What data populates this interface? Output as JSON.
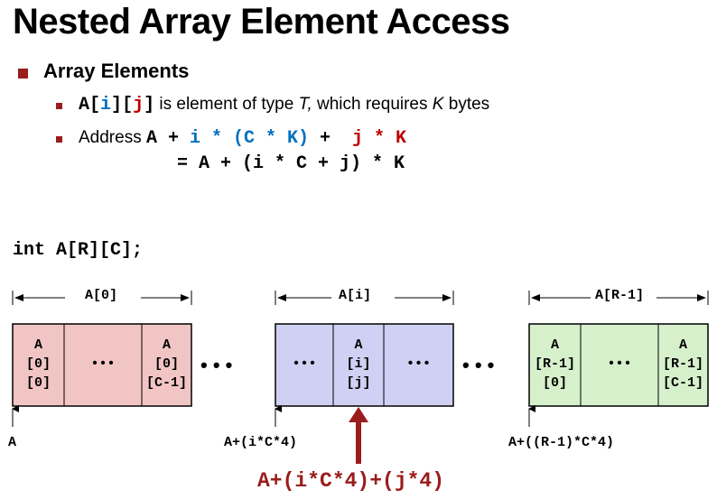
{
  "title": "Nested Array Element Access",
  "bullet": "Array Elements",
  "sub1": {
    "code_a": "A",
    "br1": "[",
    "i": "i",
    "br2": "]",
    "br3": "[",
    "j": "j",
    "br4": "]",
    "text1": " is element of type ",
    "T": "T,",
    "text2": " which requires ",
    "K": "K",
    "text3": " bytes"
  },
  "sub2": {
    "text": "Address ",
    "part1": "A + ",
    "part2": "i * (C * K)",
    "part3": " +  ",
    "part4": "j * K",
    "line2": "= A + (i * C + j) * K"
  },
  "decl": "int A[R][C];",
  "blocks": {
    "a0": {
      "label": "A[0]",
      "cells": [
        [
          "A",
          "[0]",
          "[0]"
        ],
        [
          "•••"
        ],
        [
          "A",
          "[0]",
          "[C-1]"
        ]
      ]
    },
    "ai": {
      "label": "A[i]",
      "cells": [
        [
          "•••"
        ],
        [
          "A",
          "[i]",
          "[j]"
        ],
        [
          "•••"
        ]
      ]
    },
    "ar": {
      "label": "A[R-1]",
      "cells": [
        [
          "A",
          "[R-1]",
          "[0]"
        ],
        [
          "•••"
        ],
        [
          "A",
          "[R-1]",
          "[C-1]"
        ]
      ]
    }
  },
  "dots_between": "• • •",
  "addr_labels": {
    "a0": "A",
    "ai": "A+(i*C*4)",
    "ar": "A+((R-1)*C*4)"
  },
  "highlight_address": "A+(i*C*4)+(j*4)",
  "colors": {
    "block_red": "#f2c5c5",
    "block_blue": "#d0d0f4",
    "block_green": "#d6f0cc",
    "accent": "#9b1c1c",
    "blue": "#0070c0",
    "red": "#c00000"
  }
}
